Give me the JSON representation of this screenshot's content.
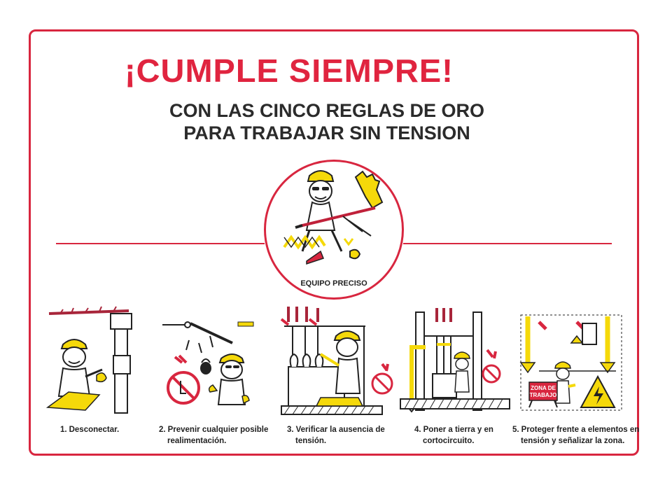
{
  "header": {
    "title": "¡CUMPLE SIEMPRE!",
    "subtitle_line1": "CON LAS CINCO REGLAS DE ORO",
    "subtitle_line2": "PARA TRABAJAR SIN TENSION"
  },
  "center": {
    "label": "EQUIPO PRECISO"
  },
  "rules": [
    {
      "number": "1.",
      "line1": "Desconectar.",
      "line2": ""
    },
    {
      "number": "2.",
      "line1": "Prevenir cualquier posible",
      "line2": "realimentación."
    },
    {
      "number": "3.",
      "line1": "Verificar la ausencia de",
      "line2": "tensión."
    },
    {
      "number": "4.",
      "line1": "Poner a tierra y en",
      "line2": "cortocircuito."
    },
    {
      "number": "5.",
      "line1": "Proteger frente a elementos en",
      "line2": "tensión y señalizar la zona."
    }
  ],
  "sign_text_line1": "ZONA DE",
  "sign_text_line2": "TRABAJO",
  "colors": {
    "accent_red": "#d8263f",
    "title_red": "#e0243f",
    "helmet_yellow": "#f5d90a",
    "text_dark": "#2b2b2b"
  },
  "icons": [
    "worker-icon",
    "helmet-icon",
    "glove-icon",
    "insulated-pole-icon",
    "ground-clamp-icon",
    "lightning-warning-icon",
    "padlock-icon",
    "prohibited-icon"
  ]
}
